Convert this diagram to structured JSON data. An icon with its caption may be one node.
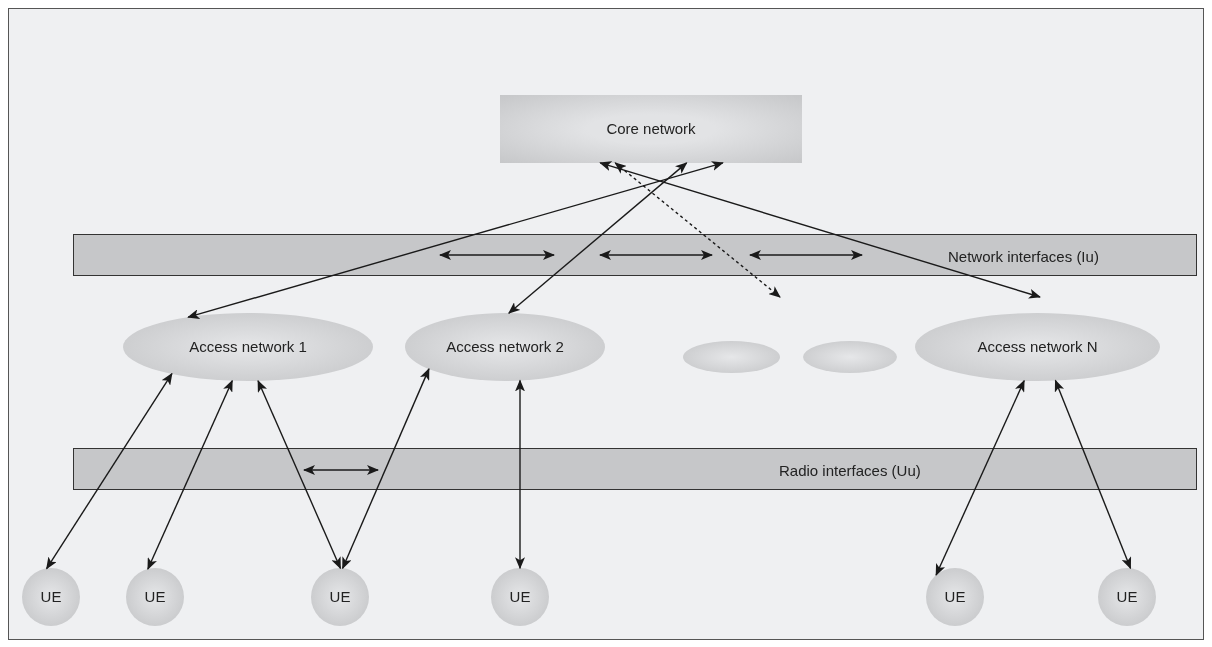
{
  "diagram": {
    "nodes": [
      {
        "text": [
          "Core network"
        ]
      },
      {
        "text": [
          "Access network 1"
        ]
      },
      {
        "text": [
          "Access network 2"
        ]
      },
      {
        "text": [],
        "shape": "ellipse"
      },
      {
        "text": [],
        "shape": "ellipse"
      },
      {
        "text": [
          "Access network N"
        ]
      },
      {
        "text": [
          "UE"
        ]
      },
      {
        "text": [
          "UE"
        ]
      },
      {
        "text": [
          "UE"
        ]
      },
      {
        "text": [
          "UE"
        ]
      },
      {
        "text": [
          "UE"
        ]
      },
      {
        "text": [
          "UE"
        ]
      }
    ],
    "edges": [
      {
        "from": 0,
        "to": 1,
        "arrow": "both"
      },
      {
        "from": 0,
        "to": 2,
        "arrow": "both"
      },
      {
        "from": 0,
        "to": 3,
        "arrow": "both",
        "style": "dashed"
      },
      {
        "from": 0,
        "to": 5,
        "arrow": "both"
      },
      {
        "from": 6,
        "to": 1,
        "arrow": "both"
      },
      {
        "from": 7,
        "to": 1,
        "arrow": "both"
      },
      {
        "from": 8,
        "to": 1,
        "arrow": "both"
      },
      {
        "from": 8,
        "to": 2,
        "arrow": "both"
      },
      {
        "from": 9,
        "to": 2,
        "arrow": "both"
      },
      {
        "from": 10,
        "to": 5,
        "arrow": "both"
      },
      {
        "from": 11,
        "to": 5,
        "arrow": "both"
      }
    ],
    "labels": [
      "Network interfaces (Iu)",
      "Radio interfaces (Uu)"
    ]
  }
}
